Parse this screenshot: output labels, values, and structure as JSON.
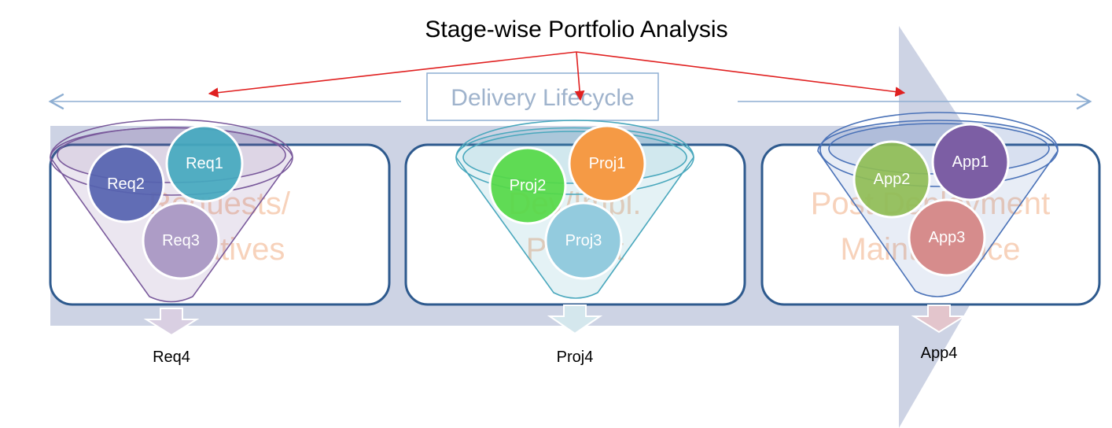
{
  "title": "Stage-wise Portfolio Analysis",
  "lifecycle_label": "Delivery Lifecycle",
  "colors": {
    "band": "#cdd3e4",
    "stage_border": "#2e5a8e",
    "title_arrow": "#e02020",
    "lifecycle_arrow": "#8eaed2",
    "stage_text": "#f7d2bb"
  },
  "stages": [
    {
      "lines": [
        "Requests/",
        "Initiatives"
      ],
      "outcome": "Req4",
      "funnel_color": "#7a5a9c",
      "circles": [
        {
          "label": "Req2",
          "color": "#5563b0"
        },
        {
          "label": "Req1",
          "color": "#44a9bf"
        },
        {
          "label": "Req3",
          "color": "#ad9cc6"
        }
      ]
    },
    {
      "lines": [
        "Dev/Impl.",
        "Project"
      ],
      "outcome": "Proj4",
      "funnel_color": "#4aa8bd",
      "circles": [
        {
          "label": "Proj2",
          "color": "#55d947"
        },
        {
          "label": "Proj1",
          "color": "#f59a45"
        },
        {
          "label": "Proj3",
          "color": "#93cbde"
        }
      ]
    },
    {
      "lines": [
        "Post Deployment",
        "Maintenance"
      ],
      "outcome": "App4",
      "funnel_color": "#4a72b8",
      "circles": [
        {
          "label": "App2",
          "color": "#8fbd55"
        },
        {
          "label": "App1",
          "color": "#7c5ea4"
        },
        {
          "label": "App3",
          "color": "#d68c8c"
        }
      ]
    }
  ]
}
